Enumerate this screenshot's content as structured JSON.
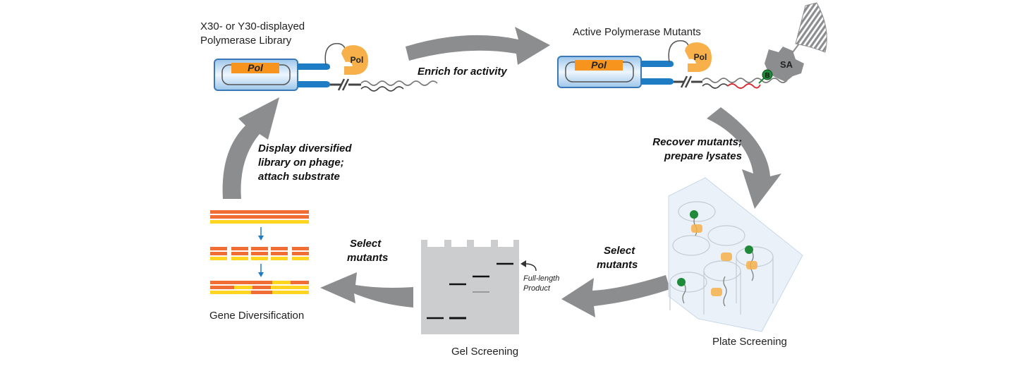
{
  "labels": {
    "library_line1": "X30- or Y30-displayed",
    "library_line2": "Polymerase Library",
    "active_mutants": "Active Polymerase Mutants",
    "gene_diversification": "Gene Diversification",
    "gel_screening": "Gel Screening",
    "plate_screening": "Plate Screening",
    "full_length_line1": "Full-length",
    "full_length_line2": "Product"
  },
  "steps": {
    "enrich": "Enrich for activity",
    "recover_line1": "Recover mutants;",
    "recover_line2": "prepare lysates",
    "select_plate_line1": "Select",
    "select_plate_line2": "mutants",
    "select_gel_line1": "Select",
    "select_gel_line2": "mutants",
    "display_line1": "Display diversified",
    "display_line2": "library on phage;",
    "display_line3": "attach substrate"
  },
  "phage": {
    "pol_label": "Pol",
    "protein_label": "Pol",
    "sa_label": "SA",
    "biotin_label": "B"
  },
  "colors": {
    "arrow": "#8c8d8f",
    "phage_body": "#a8cdee",
    "phage_border": "#3a78b8",
    "pol_orange": "#f7941d",
    "protein_yellow": "#f7b04a",
    "coat_blue": "#1d7cc4",
    "dna_gray": "#777777",
    "dna_red": "#d8262f",
    "gel_bg": "#cccdcf",
    "gene_orange": "#f06e36",
    "gene_yellow": "#ffd51f",
    "bead_green": "#1e8a3a"
  }
}
